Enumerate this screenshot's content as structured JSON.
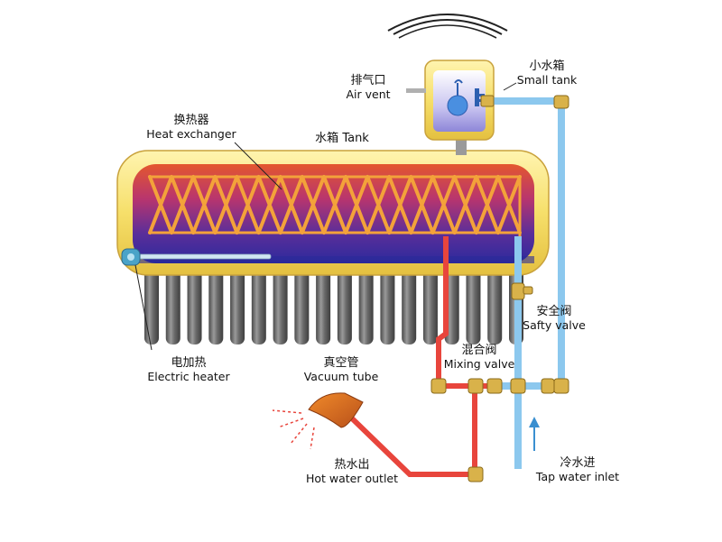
{
  "labels": {
    "air_vent": {
      "cn": "排气口",
      "en": "Air vent"
    },
    "small_tank": {
      "cn": "小水箱",
      "en": "Small tank"
    },
    "heat_exchanger": {
      "cn": "换热器",
      "en": "Heat exchanger"
    },
    "tank": {
      "cn": "水箱",
      "en": "Tank"
    },
    "safety_valve": {
      "cn": "安全阀",
      "en": "Safty valve"
    },
    "mixing_valve": {
      "cn": "混合阀",
      "en": "Mixing valve"
    },
    "electric_heater": {
      "cn": "电加热",
      "en": "Electric heater"
    },
    "vacuum_tube": {
      "cn": "真空管",
      "en": "Vacuum tube"
    },
    "hot_water_outlet": {
      "cn": "热水出",
      "en": "Hot water outlet"
    },
    "tap_water_inlet": {
      "cn": "冷水进",
      "en": "Tap water inlet"
    }
  },
  "colors": {
    "hot_pipe": "#e8453c",
    "cold_pipe": "#8cc8ee",
    "tank_shell": "#f6df6a",
    "tank_inner_hot": "#e4572e",
    "tank_inner_cool": "#3b2fa0",
    "coil": "#f3a23a",
    "tube": "#6c6c6c",
    "fitting": "#c9a23c"
  },
  "counts": {
    "vacuum_tubes": 18,
    "coil_loops": 17
  }
}
